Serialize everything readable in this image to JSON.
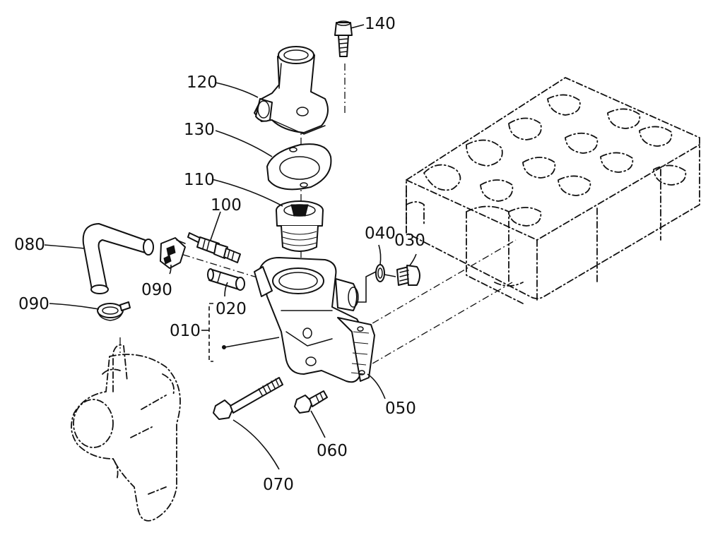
{
  "labels": {
    "p140": "140",
    "p120": "120",
    "p130": "130",
    "p110": "110",
    "p100": "100",
    "p080": "080",
    "p090_top": "090",
    "p090_left": "090",
    "p040": "040",
    "p030": "030",
    "p020": "020",
    "p010": "010",
    "p050": "050",
    "p060": "060",
    "p070": "070"
  }
}
